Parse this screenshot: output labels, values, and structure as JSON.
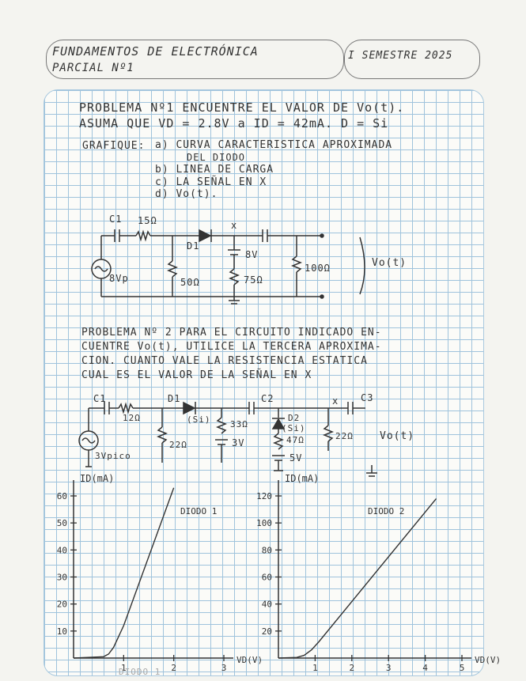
{
  "header": {
    "course": "FUNDAMENTOS DE ELECTRÓNICA",
    "semester": "I SEMESTRE 2025",
    "exam": "PARCIAL Nº1"
  },
  "problem1": {
    "line1": "PROBLEMA Nº1  ENCUENTRE EL VALOR DE Vo(t).",
    "line2": "ASUMA QUE VD = 2.8V a ID = 42mA.  D = Si",
    "graph_intro": "GRAFIQUE:",
    "items": [
      "a) CURVA CARACTERISTICA APROXIMADA",
      "DEL DIODO",
      "b) LINEA DE CARGA",
      "c) LA SEÑAL EN X",
      "d) Vo(t)."
    ],
    "circuit": {
      "c1": "C1",
      "r_series": "15Ω",
      "d1": "D1",
      "node": "x",
      "battery": "8V",
      "r_shunt": "50Ω",
      "r_bottom": "75Ω",
      "r_load": "100Ω",
      "source": "8Vp",
      "output": "Vo(t)"
    }
  },
  "problem2": {
    "line1": "PROBLEMA Nº 2  PARA EL CIRCUITO INDICADO EN-",
    "line2": "CUENTRE Vo(t), UTILICE LA TERCERA APROXIMA-",
    "line3": "CION. CUANTO VALE LA RESISTENCIA ESTATICA",
    "line4": "CUAL ES EL VALOR DE LA SEÑAL EN X",
    "circuit": {
      "c1": "C1",
      "r_series": "12Ω",
      "d1": "D1",
      "d1_type": "(Si)",
      "r_shunt": "22Ω",
      "r_33": "33Ω",
      "battery_3v": "3V",
      "c2": "C2",
      "d2": "D2",
      "d2_type": "(Si)",
      "r_47": "47Ω",
      "battery_5v": "5V",
      "node": "x",
      "c3": "C3",
      "r_load": "22Ω",
      "output": "Vo(t)",
      "source": "3Vpico"
    }
  },
  "chart_data": [
    {
      "type": "line",
      "title": "DIODO 1",
      "xlabel": "VD(V)",
      "ylabel": "ID(mA)",
      "x_ticks": [
        "1",
        "2",
        "3"
      ],
      "y_ticks": [
        "10",
        "20",
        "30",
        "40",
        "50",
        "60"
      ],
      "xlim": [
        0,
        3
      ],
      "ylim": [
        0,
        60
      ],
      "series": [
        {
          "x": [
            0,
            0.6,
            0.7,
            0.8,
            0.9,
            1.0,
            2.0
          ],
          "y": [
            0,
            0.5,
            1.5,
            4,
            8,
            12,
            63
          ]
        }
      ]
    },
    {
      "type": "line",
      "title": "DIODO 2",
      "xlabel": "VD(V)",
      "ylabel": "ID(mA)",
      "x_ticks": [
        "1",
        "2",
        "3",
        "4",
        "5"
      ],
      "y_ticks": [
        "20",
        "40",
        "60",
        "80",
        "100",
        "120"
      ],
      "xlim": [
        0,
        5
      ],
      "ylim": [
        0,
        120
      ],
      "series": [
        {
          "x": [
            0,
            0.5,
            0.7,
            0.9,
            1.1,
            4.3
          ],
          "y": [
            0,
            0.5,
            2,
            6,
            12,
            118
          ]
        }
      ]
    }
  ],
  "footer": {
    "note": "DIODO 1"
  }
}
